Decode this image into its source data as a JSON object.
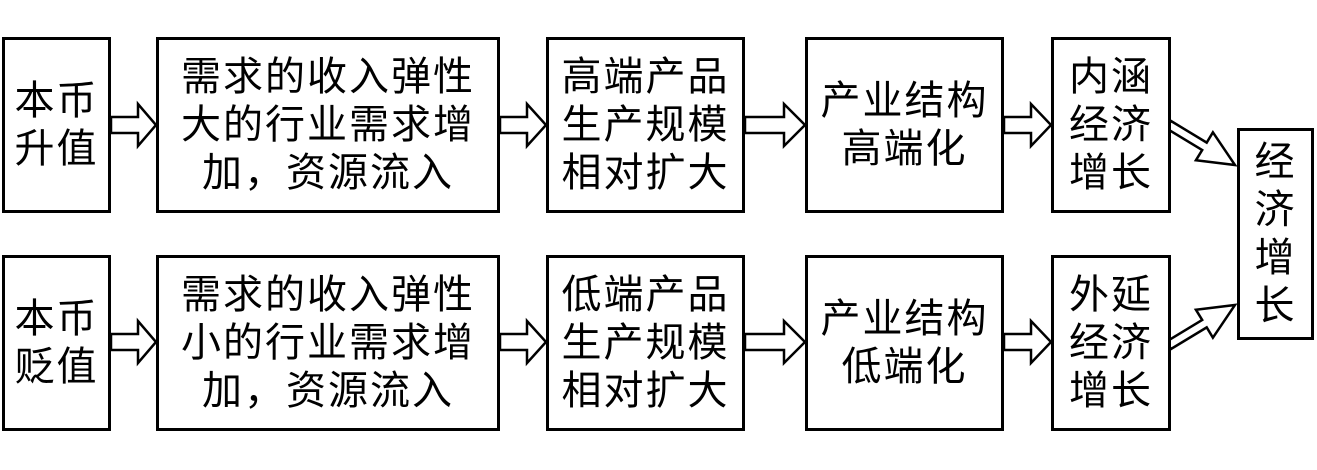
{
  "top_row": {
    "currency": [
      "本币",
      "升值"
    ],
    "demand": [
      "需求的收入弹性",
      "大的行业需求增",
      "加，资源流入"
    ],
    "production": [
      "高端产品",
      "生产规模",
      "相对扩大"
    ],
    "structure": [
      "产业结构",
      "高端化"
    ],
    "growth": [
      "内涵",
      "经济",
      "增长"
    ]
  },
  "bottom_row": {
    "currency": [
      "本币",
      "贬值"
    ],
    "demand": [
      "需求的收入弹性",
      "小的行业需求增",
      "加，资源流入"
    ],
    "production": [
      "低端产品",
      "生产规模",
      "相对扩大"
    ],
    "structure": [
      "产业结构",
      "低端化"
    ],
    "growth": [
      "外延",
      "经济",
      "增长"
    ]
  },
  "result": [
    "经",
    "济",
    "增",
    "长"
  ]
}
